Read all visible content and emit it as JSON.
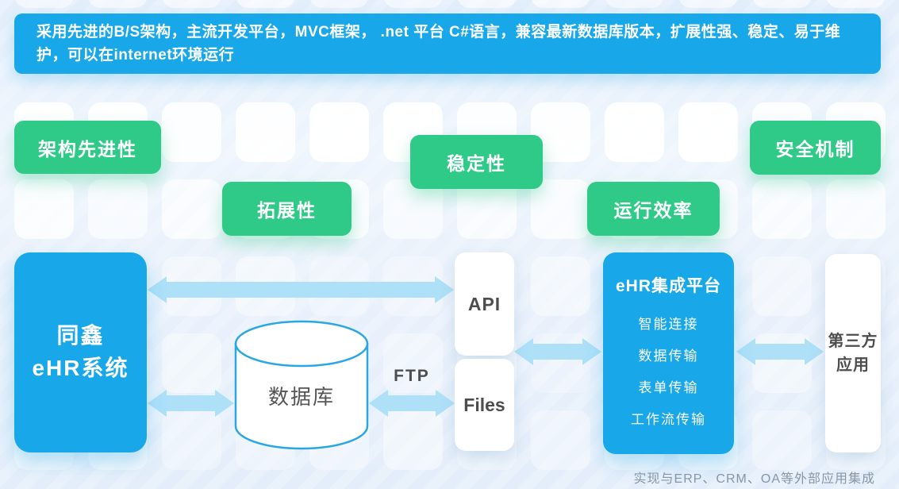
{
  "banner": {
    "text": "采用先进的B/S架构，主流开发平台，MVC框架， .net 平台 C#语言，兼容最新数据库版本，扩展性强、稳定、易于维护，可以在internet环境运行"
  },
  "badges": [
    {
      "label": "架构先进性"
    },
    {
      "label": "拓展性"
    },
    {
      "label": "稳定性"
    },
    {
      "label": "运行效率"
    },
    {
      "label": "安全机制"
    }
  ],
  "diagram": {
    "ehr_system": {
      "line1": "同鑫",
      "line2": "eHR系统"
    },
    "database": {
      "label": "数据库"
    },
    "api": {
      "label": "API"
    },
    "ftp": {
      "label": "FTP"
    },
    "files": {
      "label": "Files"
    },
    "platform": {
      "title": "eHR集成平台",
      "items": [
        "智能连接",
        "数据传输",
        "表单传输",
        "工作流传输"
      ]
    },
    "third_party": {
      "line1": "第三方",
      "line2": "应用"
    },
    "footer_note": "实现与ERP、CRM、OA等外部应用集成"
  },
  "colors": {
    "primary_blue": "#18a7e8",
    "accent_green": "#2fca88",
    "arrow_blue": "#aee0f8",
    "cylinder_outline": "#2aa6e3",
    "dark_text": "#4d4d4d",
    "footer_text": "#8795a5"
  }
}
